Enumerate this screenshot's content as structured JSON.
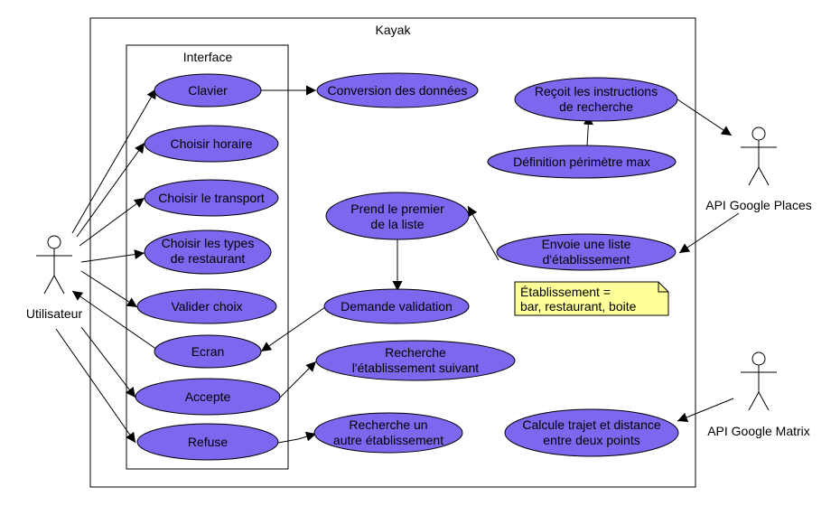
{
  "system": {
    "title": "Kayak"
  },
  "interface": {
    "title": "Interface"
  },
  "actors": {
    "user": "Utilisateur",
    "places": "API Google Places",
    "matrix": "API Google Matrix"
  },
  "usecases": {
    "clavier": [
      "Clavier"
    ],
    "conversion": [
      "Conversion des données"
    ],
    "horaire": [
      "Choisir horaire"
    ],
    "transport": [
      "Choisir le transport"
    ],
    "types": [
      "Choisir les types",
      "de restaurant"
    ],
    "valider": [
      "Valider choix"
    ],
    "ecran": [
      "Ecran"
    ],
    "accepte": [
      "Accepte"
    ],
    "refuse": [
      "Refuse"
    ],
    "recoit": [
      "Reçoit les instructions",
      "de recherche"
    ],
    "perimetre": [
      "Définition périmètre max"
    ],
    "premier": [
      "Prend le premier",
      "de la liste"
    ],
    "envoie": [
      "Envoie une liste",
      "d'établissement"
    ],
    "demande": [
      "Demande validation"
    ],
    "suivant": [
      "Recherche",
      "l'établissement suivant"
    ],
    "autre": [
      "Recherche un",
      "autre établissement"
    ],
    "calcule": [
      "Calcule trajet et distance",
      "entre deux points"
    ]
  },
  "note": {
    "lines": [
      "Établissement =",
      "bar, restaurant, boite"
    ]
  },
  "colors": {
    "usecase_fill": "#7b68ee",
    "note_fill": "#ffff99"
  }
}
